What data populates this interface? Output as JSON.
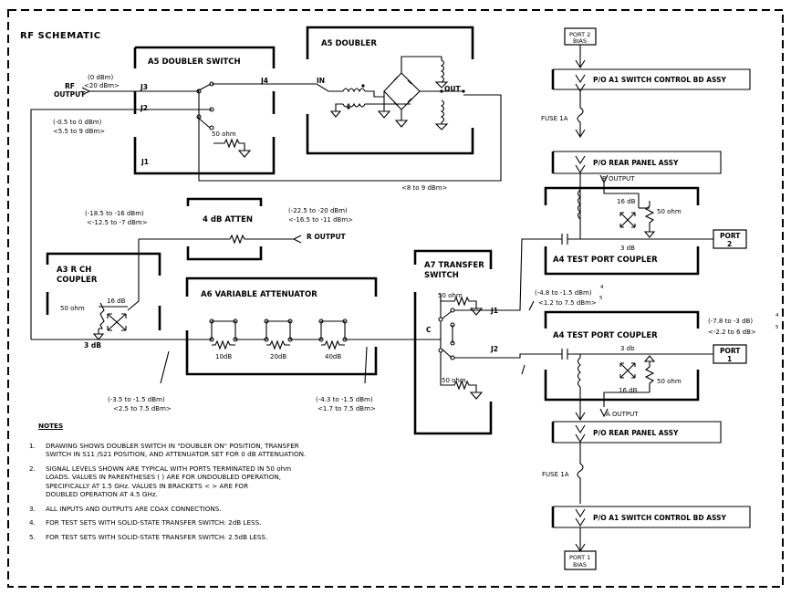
{
  "title": "RF SCHEMATIC",
  "rf_output": {
    "label_line1": "RF",
    "label_line2": "OUTPUT",
    "level_line1": "(0 dBm)",
    "level_line2": "<20 dBm>",
    "j2_level_line1": "(-0.5  to  0  dBm)",
    "j2_level_line2": "<5.5  to  9  dBm>"
  },
  "a5_doubler_switch": {
    "title": "A5  DOUBLER  SWITCH",
    "j3": "J3",
    "j2": "J2",
    "j1": "J1",
    "j4": "J4",
    "load": "50  ohm"
  },
  "a5_doubler": {
    "title": "A5  DOUBLER",
    "in": "IN",
    "out": "OUT",
    "feedback_level": "<8  to  9  dBm>"
  },
  "atten_4db": {
    "title": "4  dB  ATTEN",
    "input_level_line1": "(-18.5  to  -16  dBm)",
    "input_level_line2": "<-12.5  to  -7  dBm>",
    "output_level_line1": "(-22.5  to  -20  dBm)",
    "output_level_line2": "<-16.5  to  -11  dBm>",
    "r_output": "R  OUTPUT"
  },
  "a3_coupler": {
    "title_line1": "A3  R  CH",
    "title_line2": "COUPLER",
    "load": "50  ohm",
    "coupling": "16  dB",
    "thru": "3  dB"
  },
  "a6_attenuator": {
    "title": "A6  VARIABLE  ATTENUATOR",
    "steps": [
      "10dB",
      "20dB",
      "40dB"
    ],
    "in_level_line1": "(-3.5  to  -1.5  dBm)",
    "in_level_line2": "<2.5  to  7.5  dBm>",
    "out_level_line1": "(-4.3  to  -1.5  dBm)",
    "out_level_line2": "<1.7  to  7.5  dBm>"
  },
  "a7_transfer_switch": {
    "title_line1": "A7  TRANSFER",
    "title_line2": "SWITCH",
    "load_top": "50  ohm",
    "load_bottom": "50  ohm",
    "c": "C",
    "j1": "J1",
    "j2": "J2",
    "j1_level_line1": "(-4.8  to  -1.5  dBm)",
    "j1_level_note1": "4",
    "j1_level_line2": "<1.2  to  7.5  dBm>",
    "j1_level_note2": "5"
  },
  "port2_side": {
    "bias_line1": "PORT  2",
    "bias_line2": "BIAS",
    "switch_assy": "P/O  A1  SWITCH  CONTROL  BD  ASSY",
    "fuse": "FUSE  1A",
    "rear_panel": "P/O  REAR  PANEL  ASSY",
    "b_output": "B  OUTPUT",
    "coupling": "16  dB",
    "load": "50  ohm",
    "thru": "3  dB",
    "coupler_title": "A4  TEST  PORT  COUPLER",
    "port": "PORT\n2",
    "port_line1": "PORT",
    "port_line2": "2"
  },
  "port1_side": {
    "level_line1": "(-7.8  to  -3  dB)",
    "level_note1": "4",
    "level_line2": "<-2.2  to  6  dB>",
    "level_note2": "5",
    "coupler_title": "A4  TEST  PORT  COUPLER",
    "thru": "3  db",
    "load": "50  ohm",
    "coupling": "16  dB",
    "a_output": "A  OUTPUT",
    "port_line1": "PORT",
    "port_line2": "1",
    "rear_panel": "P/O  REAR  PANEL  ASSY",
    "fuse": "FUSE  1A",
    "switch_assy": "P/O  A1  SWITCH  CONTROL  BD  ASSY",
    "bias_line1": "PORT  1",
    "bias_line2": "BIAS"
  },
  "notes": {
    "heading": "NOTES",
    "items": [
      {
        "num": "1.",
        "lines": [
          "DRAWING  SHOWS  DOUBLER  SWITCH  IN  \"DOUBLER  ON\"  POSITION,  TRANSFER",
          "SWITCH  IN  S11 /S21  POSITION,  AND  ATTENUATOR  SET  FOR  0  dB  ATTENUATION."
        ]
      },
      {
        "num": "2.",
        "lines": [
          "SIGNAL  LEVELS  SHOWN  ARE  TYPICAL  WITH  PORTS  TERMINATED  IN  50  ohm",
          "LOADS.   VALUES  IN  PARENTHESES  (  )  ARE  FOR  UNDOUBLED  OPERATION,",
          "SPECIFICALLY  AT  1.5  GHz.   VALUES  IN  BRACKETS  <  >  ARE  FOR",
          "DOUBLED  OPERATION  AT  4.5  GHz."
        ]
      },
      {
        "num": "3.",
        "lines": [
          "ALL  INPUTS  AND  OUTPUTS  ARE  COAX  CONNECTIONS."
        ]
      },
      {
        "num": "4.",
        "lines": [
          "FOR  TEST  SETS  WITH  SOLID-STATE  TRANSFER  SWITCH:  2dB  LESS."
        ]
      },
      {
        "num": "5.",
        "lines": [
          "FOR  TEST  SETS  WITH  SOLID-STATE  TRANSFER  SWITCH:  2.5dB  LESS."
        ]
      }
    ]
  }
}
